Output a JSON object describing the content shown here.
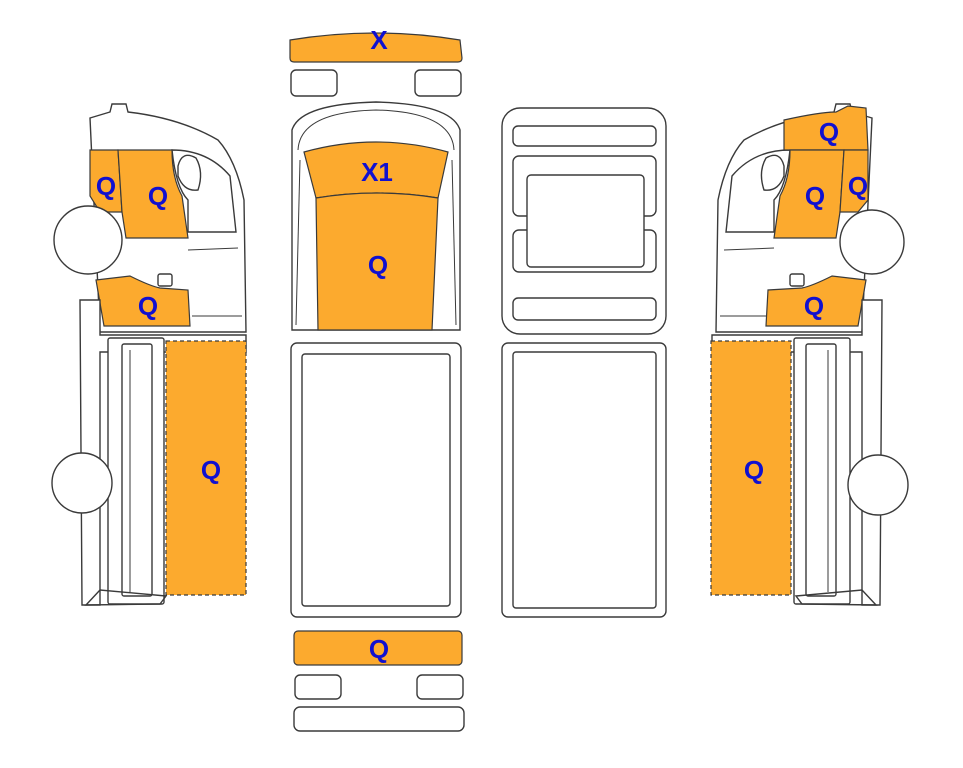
{
  "colors": {
    "damage_fill": "#fcaa2e",
    "label_text": "#1010d0",
    "outline": "#3a3a3a",
    "background": "#ffffff"
  },
  "labels": {
    "front_bumper": "X",
    "windshield": "X1",
    "hood": "Q",
    "rear_bumper": "Q",
    "left_door_front": "Q",
    "left_door_rear": "Q",
    "left_fender": "Q",
    "left_bed_side": "Q",
    "right_roof_corner": "Q",
    "right_door": "Q",
    "right_pillar": "Q",
    "right_fender": "Q",
    "right_bed_side": "Q"
  }
}
